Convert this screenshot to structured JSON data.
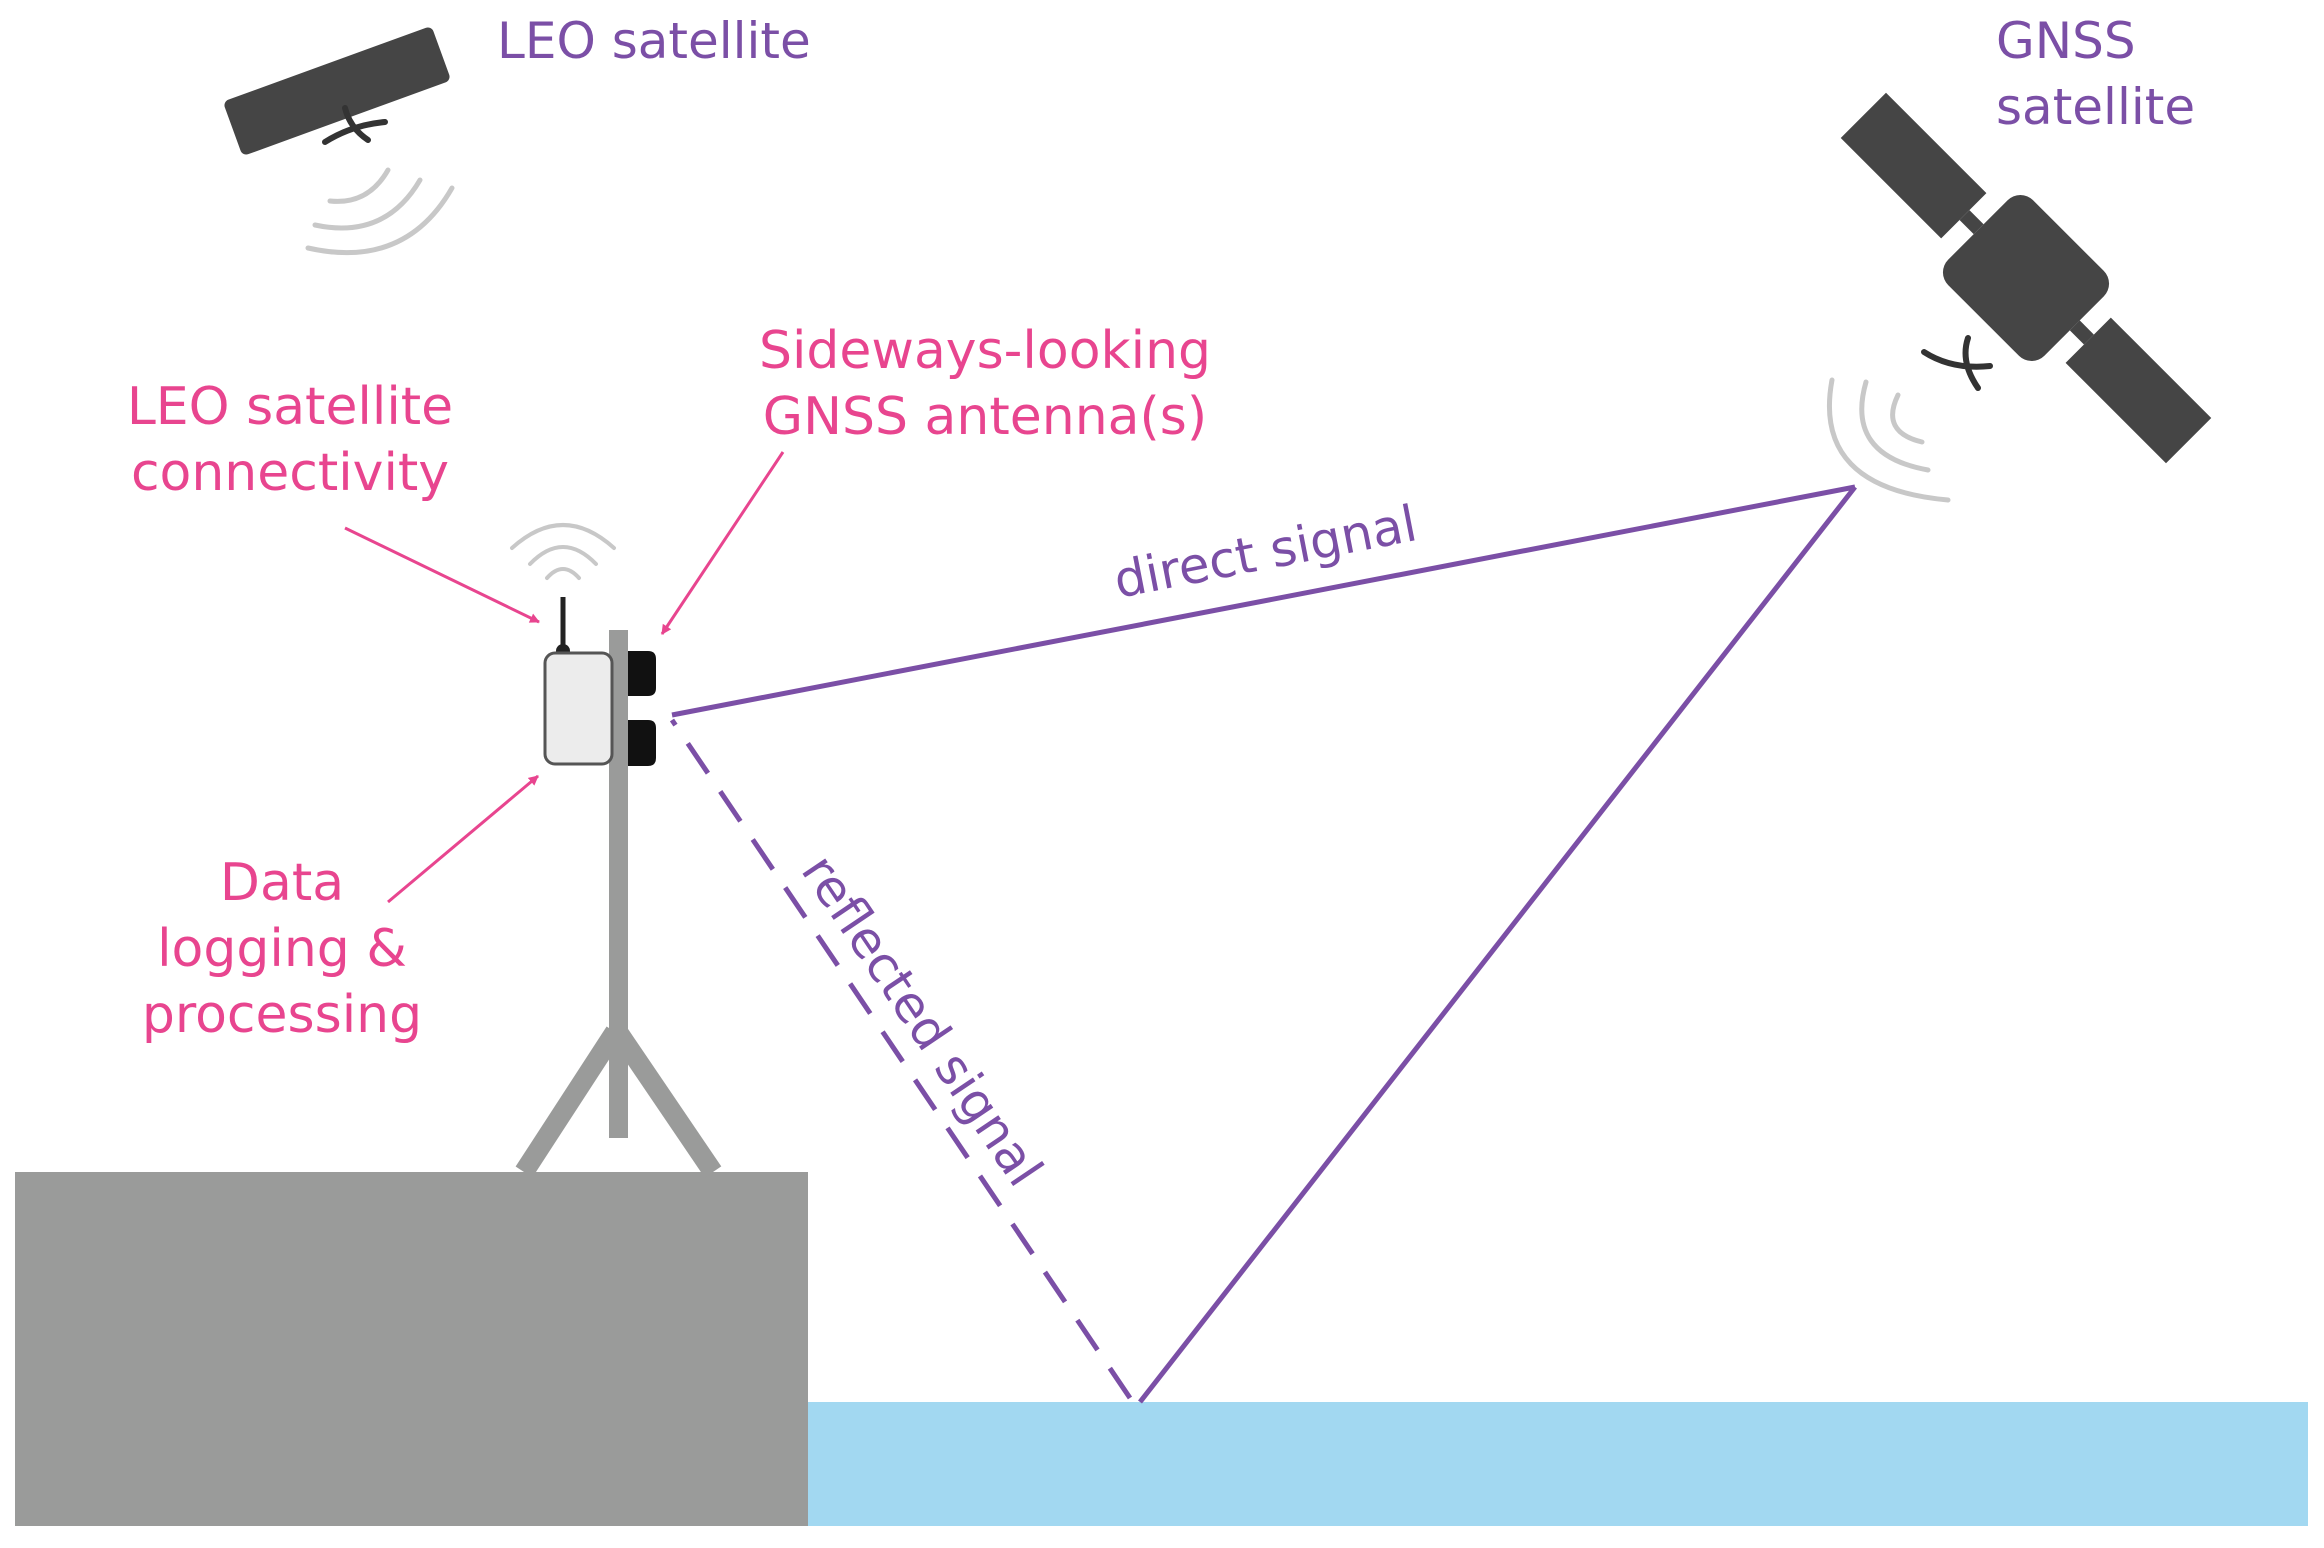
{
  "labels": {
    "leo_satellite": "LEO satellite",
    "gnss_satellite_line1": "GNSS",
    "gnss_satellite_line2": "satellite",
    "leo_connectivity_line1": "LEO satellite",
    "leo_connectivity_line2": "connectivity",
    "gnss_antenna_line1": "Sideways-looking",
    "gnss_antenna_line2": "GNSS antenna(s)",
    "data_logging_line1": "Data",
    "data_logging_line2": "logging &",
    "data_logging_line3": "processing",
    "direct_signal": "direct signal",
    "reflected_signal": "reflected signal"
  },
  "colors": {
    "label_purple": "#7b4fa6",
    "label_pink": "#e8458f",
    "signal_line": "#7b4fa6",
    "satellite_body": "#454545",
    "radio_waves": "#c8c8c8",
    "ground": "#9a9b9a",
    "water": "#a2d8f1",
    "mast": "#9a9b9a",
    "logger_box": "#ececec"
  },
  "icons": {
    "leo_satellite": "leo-satellite-icon",
    "gnss_satellite": "gnss-satellite-icon",
    "radio_waves": "radio-waves-icon"
  }
}
